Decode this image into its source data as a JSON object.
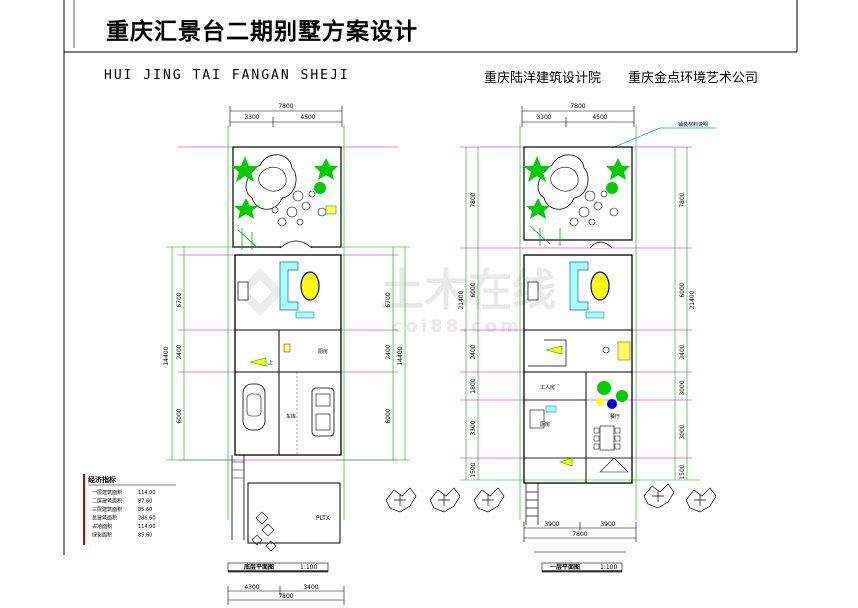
{
  "title": "重庆汇景台二期别墅方案设计",
  "subtitle_en": "HUI JING TAI FANGAN SHEJI",
  "firms": [
    "重庆陆洋建筑设计院",
    "重庆金点环境艺术公司"
  ],
  "watermark": {
    "cn": "土木在线",
    "en": "coi88.com"
  },
  "summary_table": {
    "title": "经济指标",
    "rows": [
      {
        "label": "一层建筑面积",
        "value": "114.00"
      },
      {
        "label": "二层建筑面积",
        "value": "87.60"
      },
      {
        "label": "三层建筑面积",
        "value": "85.60"
      },
      {
        "label": "总建筑面积",
        "value": "286.60"
      },
      {
        "label": "占地面积",
        "value": "114.00"
      },
      {
        "label": "绿化面积",
        "value": "85.60"
      }
    ]
  },
  "plan_left": {
    "caption": "底层平面图",
    "scale": "1:100",
    "dims_top": {
      "total": "7800",
      "parts": [
        "3300",
        "4500"
      ]
    },
    "dims_bottom": {
      "total": "7800",
      "parts": [
        "4300",
        "3400"
      ]
    },
    "dims_left": {
      "total": "14400",
      "parts": [
        "6700",
        "2400",
        "6000"
      ]
    },
    "dims_right": {
      "total": "14400",
      "parts": [
        "6700",
        "2400",
        "6000"
      ]
    },
    "rooms": [
      "车库",
      "厨房"
    ],
    "annex_label": "PLTX"
  },
  "plan_right": {
    "caption": "一层平面图",
    "scale": "1:100",
    "leader_note": "铺装材料说明",
    "dims_top": {
      "total": "7800",
      "parts": [
        "3300",
        "4500"
      ]
    },
    "dims_bottom": {
      "total": "7800",
      "parts": [
        "3900",
        "3900"
      ]
    },
    "dims_left": {
      "total": "21400",
      "parts": [
        "7800",
        "6000",
        "2400",
        "1800",
        "3300",
        "1500"
      ]
    },
    "dims_right": {
      "total": "21400",
      "parts": [
        "7800",
        "6000",
        "2400",
        "3000",
        "3000",
        "1500"
      ]
    },
    "rooms": [
      "工人房",
      "厨房",
      "餐厅"
    ]
  }
}
